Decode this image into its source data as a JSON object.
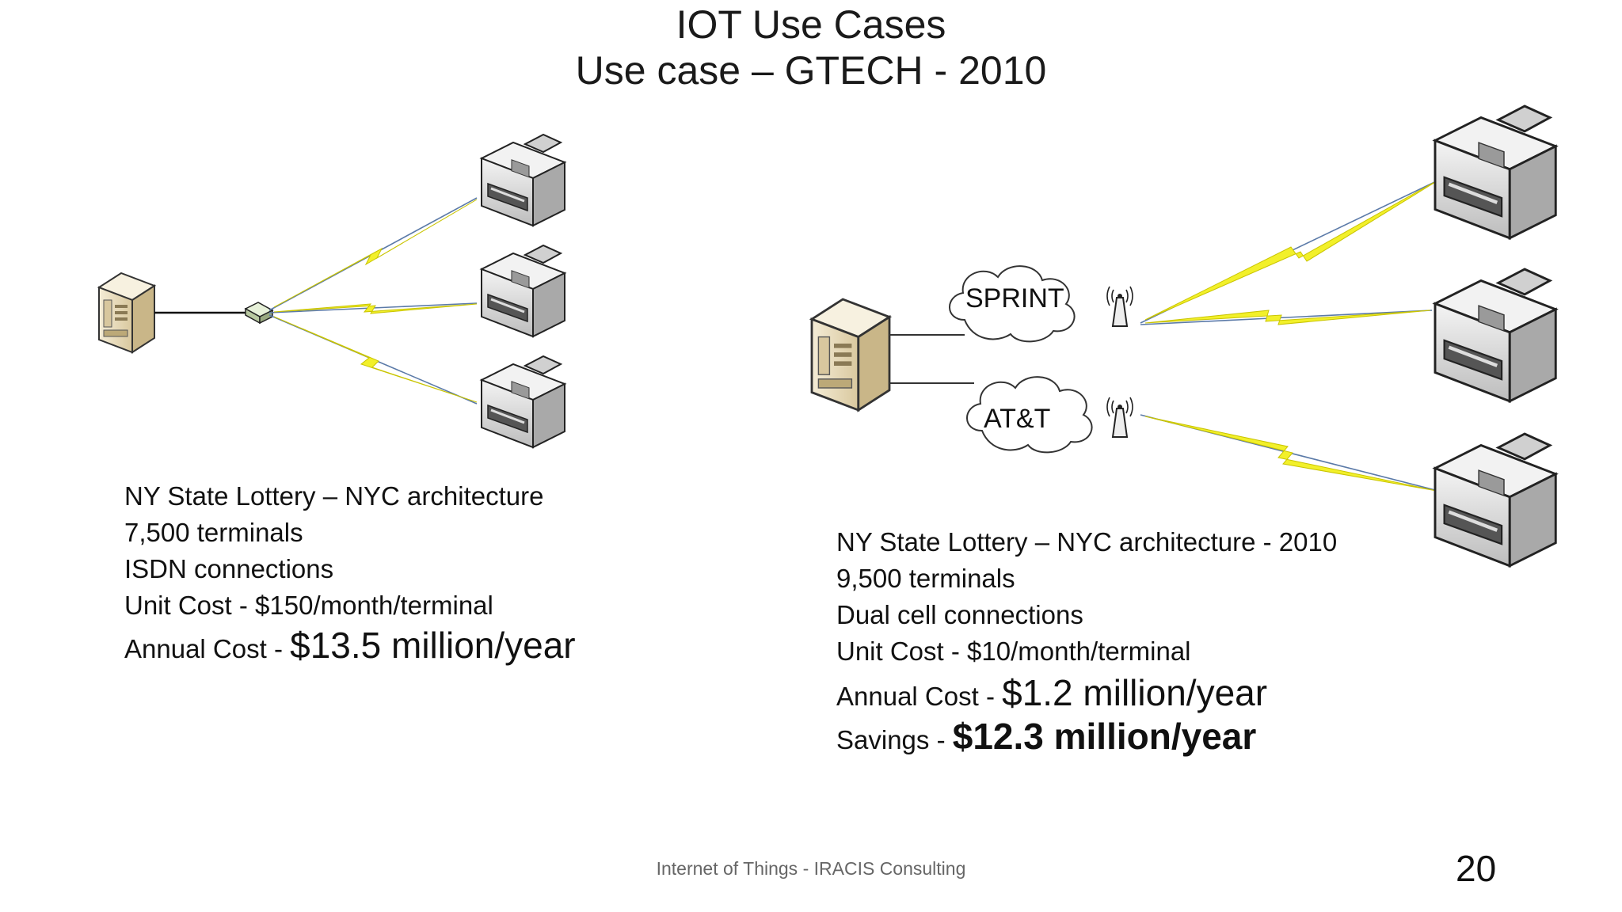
{
  "slide": {
    "title_line1": "IOT Use Cases",
    "title_line2": "Use case – GTECH - 2010"
  },
  "left_case": {
    "line1": "NY State Lottery – NYC architecture",
    "line2": "7,500 terminals",
    "line3": "ISDN connections",
    "line4": "Unit Cost - $150/month/terminal",
    "annual_label": "Annual Cost - ",
    "annual_value": "$13.5 million/year"
  },
  "right_case": {
    "line1": "NY State Lottery – NYC architecture - 2010",
    "line2": "9,500 terminals",
    "line3": "Dual cell connections",
    "line4": "Unit Cost - $10/month/terminal",
    "annual_label": "Annual Cost - ",
    "annual_value": "$1.2 million/year",
    "savings_label": "Savings - ",
    "savings_value": "$12.3 million/year"
  },
  "carriers": {
    "primary": "SPRINT",
    "secondary": "AT&T"
  },
  "footer": {
    "text": "Internet of Things - IRACIS Consulting",
    "page_number": "20"
  },
  "colors": {
    "lightning": "#f2f02a",
    "link_line": "#5b7aa8",
    "server": "#e8dcc0"
  },
  "icons": [
    "server-icon",
    "hub-icon",
    "terminal-printer-icon",
    "cloud-icon",
    "cell-tower-icon"
  ]
}
